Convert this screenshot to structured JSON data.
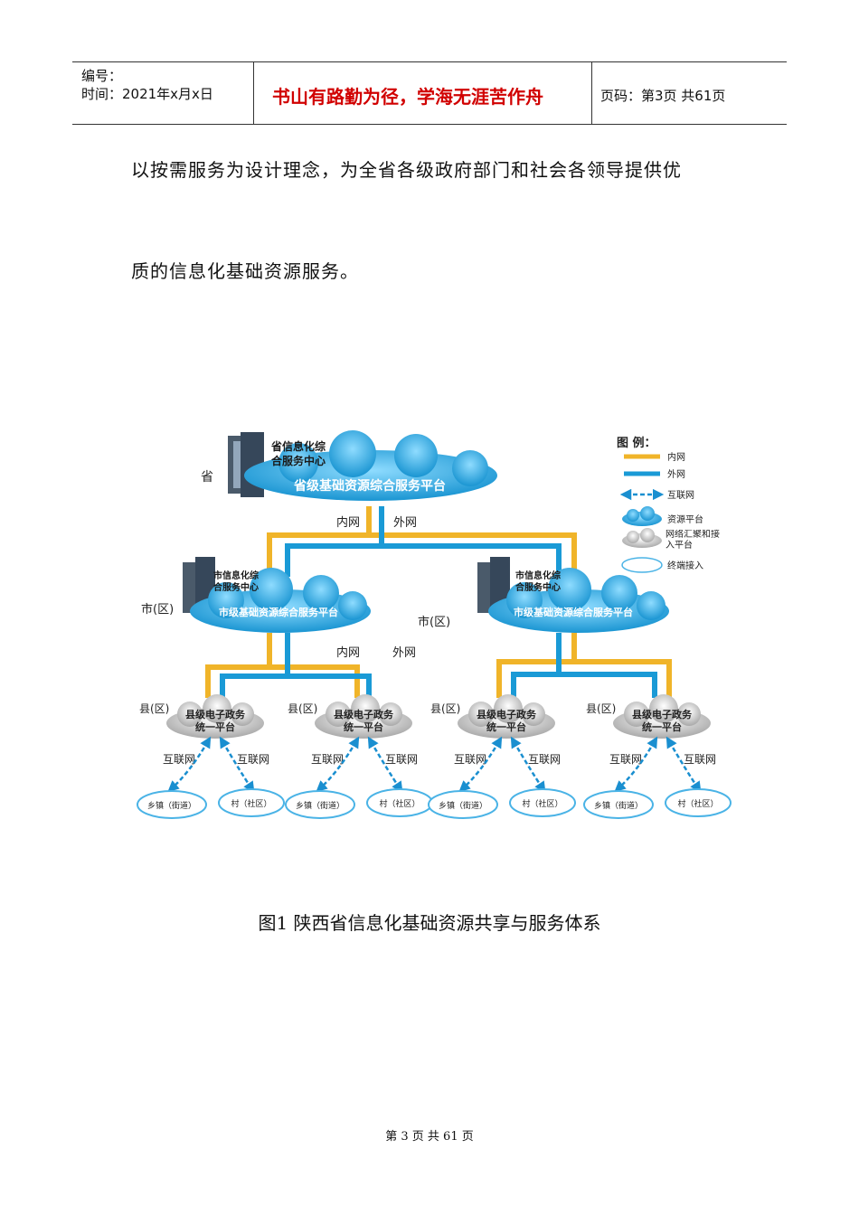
{
  "header": {
    "number_label": "编号：",
    "date_label": "时间：2021年x月x日",
    "motto": "书山有路勤为径，学海无涯苦作舟",
    "page_info": "页码：第3页  共61页"
  },
  "body": {
    "line1": "以按需服务为设计理念，为全省各级政府部门和社会各领导提供优",
    "line2": "质的信息化基础资源服务。"
  },
  "figure": {
    "province_label": "省",
    "province_center": [
      "省信息化综",
      "合服务中心"
    ],
    "province_platform": "省级基础资源综合服务平台",
    "intranet": "内网",
    "extranet": "外网",
    "city_label": "市(区)",
    "city_center": [
      "市信息化综",
      "合服务中心"
    ],
    "city_platform": "市级基础资源综合服务平台",
    "county_label": "县(区)",
    "county_platform": [
      "县级电子政务",
      "统一平台"
    ],
    "internet": "互联网",
    "township": "乡镇（街道）",
    "village": "村（社区）",
    "legend": {
      "title": "图 例：",
      "items": [
        "内网",
        "外网",
        "互联网",
        "资源平台",
        "网络汇聚和接入平台",
        "终端接入"
      ]
    },
    "colors": {
      "intranet": "#f0b429",
      "extranet": "#1a9ad6",
      "cloud_blue": "#2aa8e0",
      "cloud_grey": "#b8b8b8"
    }
  },
  "caption": "图1    陕西省信息化基础资源共享与服务体系",
  "footer": "第 3 页 共 61 页"
}
